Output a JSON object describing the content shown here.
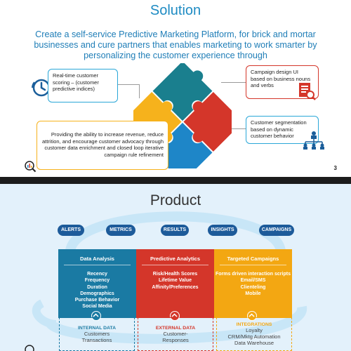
{
  "slide1": {
    "title": "Solution",
    "subtitle": "Create a self-service Predictive Marketing Platform, for brick and mortar businesses and cure partners that enables marketing to work smarter by personalizing the customer experience through",
    "callouts": {
      "scoring": "Real-time customer scoring – (customer predictive indices)",
      "campaign": "Campaign design UI based on business nouns and verbs",
      "segmentation": "Customer segmentation based on dynamic customer behavior",
      "revenue": "Providing the ability to increase revenue, reduce attrition, and encourage customer advocacy through customer data enrichment and closed loop iterative campaign rule refinement"
    },
    "page_number": "3",
    "colors": {
      "title": "#1e8bc3",
      "red": "#d4362a",
      "blue": "#1e86c8",
      "yellow": "#f6b21c",
      "teal": "#1a7f8e"
    }
  },
  "slide2": {
    "title": "Product",
    "tags": [
      "ALERTS",
      "METRICS",
      "RESULTS",
      "INSIGHTS",
      "CAMPAIGNS"
    ],
    "panels": [
      {
        "title": "Data Analysis",
        "items": [
          "Recency",
          "Frequency",
          "Duration",
          "Demographics",
          "Purchase Behavior",
          "Social Media"
        ],
        "color": "#1a7aa3"
      },
      {
        "title": "Predictive Analytics",
        "items": [
          "Risk/Health Scores",
          "Lifetime Value",
          "Affinity/Preferences"
        ],
        "color": "#d4362a"
      },
      {
        "title": "Targeted Campaigns",
        "items": [
          "Forms driven interaction scripts",
          "Email/SMS",
          "Clienteling",
          "Mobile"
        ],
        "color": "#f3a712"
      }
    ],
    "data_sources": [
      {
        "title": "INTERNAL DATA",
        "items": [
          "Customers",
          "Transactions"
        ],
        "color": "#1a7aa3"
      },
      {
        "title": "EXTERNAL DATA",
        "items": [
          "Customer-",
          "Responses"
        ],
        "color": "#d4362a"
      },
      {
        "title": "INTEGRATIONS",
        "items": [
          "Loyalty",
          "CRM/Mktg Automation",
          "Data Warehouse"
        ],
        "color": "#f3a712"
      }
    ]
  }
}
